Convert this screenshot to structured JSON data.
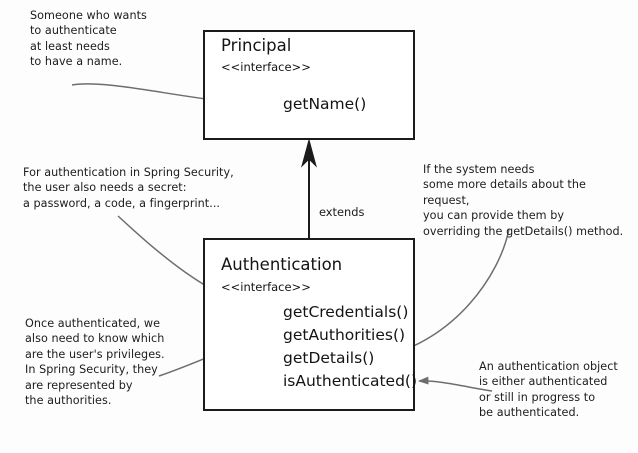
{
  "diagram": {
    "title": "Principal and Authentication interfaces",
    "background_color": "#fdfdfd",
    "line_color": "#6e6e6e",
    "box_border_color": "#1b1b1b",
    "text_color": "#1a1a1a"
  },
  "classes": [
    {
      "id": "principal",
      "name": "Principal",
      "stereotype": "<<interface>>",
      "methods": [
        "getName()"
      ]
    },
    {
      "id": "authentication",
      "name": "Authentication",
      "stereotype": "<<interface>>",
      "methods": [
        "getCredentials()",
        "getAuthorities()",
        "getDetails()",
        "isAuthenticated()"
      ]
    }
  ],
  "relationships": [
    {
      "id": "extends",
      "label": "extends",
      "from": "authentication",
      "to": "principal",
      "arrow": "hollow-triangle-filled"
    }
  ],
  "annotations": [
    {
      "id": "note-name",
      "text": "Someone who wants\nto authenticate\nat least needs\nto have a name.",
      "targets": "getName()"
    },
    {
      "id": "note-credentials",
      "text": "For authentication in Spring Security,\nthe user also needs a secret:\na password, a code, a fingerprint...",
      "targets": "getCredentials()"
    },
    {
      "id": "note-authorities",
      "text": "Once authenticated, we\nalso need to know which\nare the user's privileges.\nIn Spring Security, they\nare represented by\nthe authorities.",
      "targets": "getAuthorities()"
    },
    {
      "id": "note-details",
      "text": "If the system needs\nsome more details about the request,\nyou can provide them by\noverriding the getDetails() method.",
      "targets": "getDetails()"
    },
    {
      "id": "note-isauthenticated",
      "text": "An authentication object\nis either authenticated\nor still in progress to\nbe authenticated.",
      "targets": "isAuthenticated()"
    }
  ]
}
